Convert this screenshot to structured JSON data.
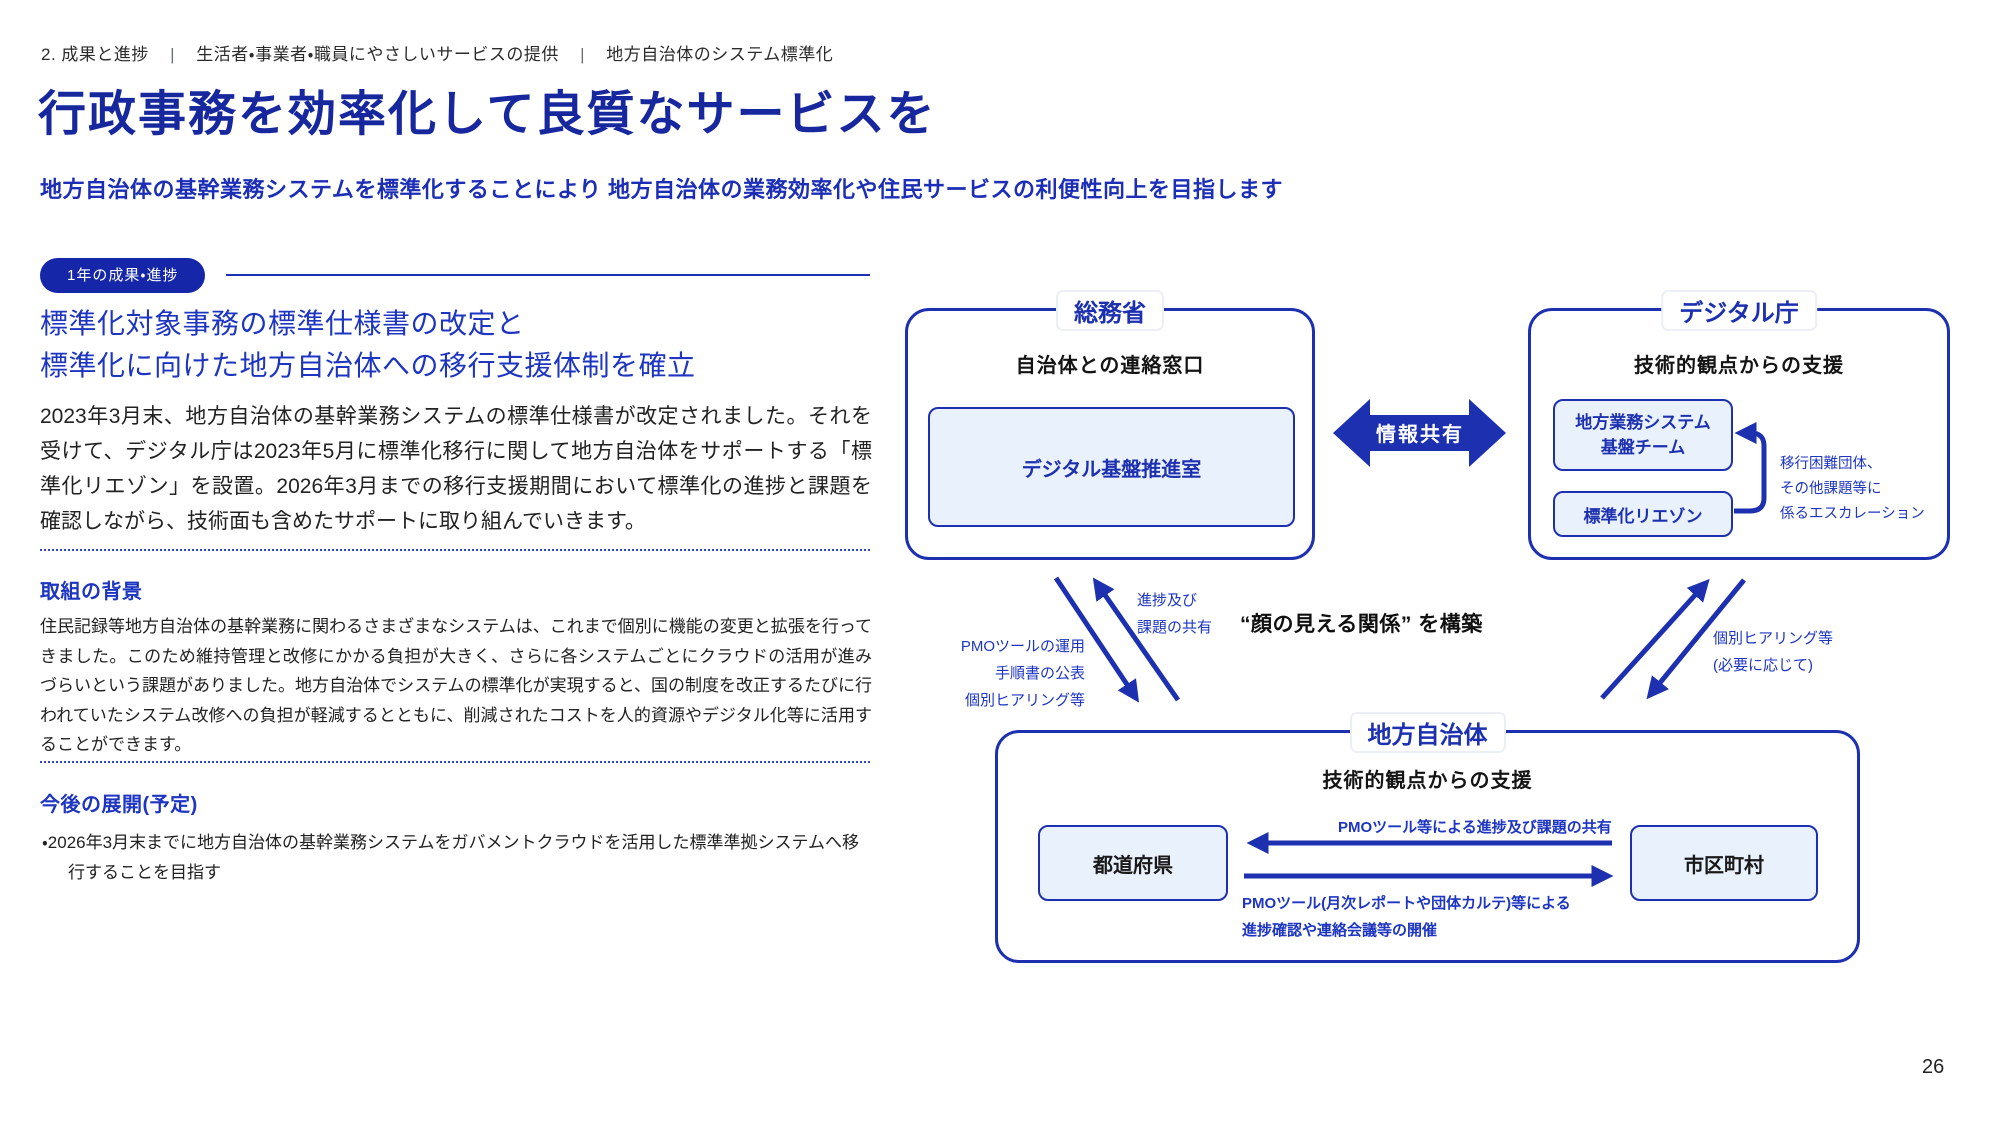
{
  "colors": {
    "primary_blue": "#1d31b0",
    "title_blue": "#17289e",
    "light_blue_fill": "#e9f1fc",
    "badge_blue": "#1527a8",
    "text_dark": "#1f1f1f"
  },
  "breadcrumb": {
    "separator": "|",
    "items": [
      "2. 成果と進捗",
      "生活者・事業者・職員にやさしいサービスの提供",
      "地方自治体のシステム標準化"
    ]
  },
  "header": {
    "title": "行政事務を効率化して良質なサービスを",
    "subtitle": "地方自治体の基幹業務システムを標準化することにより 地方自治体の業務効率化や住民サービスの利便性向上を目指します"
  },
  "left": {
    "badge": "1年の成果・進捗",
    "heading_line1": "標準化対象事務の標準仕様書の改定と",
    "heading_line2": "標準化に向けた地方自治体への移行支援体制を確立",
    "intro": "2023年3月末、地方自治体の基幹業務システムの標準仕様書が改定されました。それを受けて、デジタル庁は2023年5月に標準化移行に関して地方自治体をサポートする「標準化リエゾン」を設置。2026年3月までの移行支援期間において標準化の進捗と課題を確認しながら、技術面も含めたサポートに取り組んでいきます。",
    "background": {
      "title": "取組の背景",
      "body": "住民記録等地方自治体の基幹業務に関わるさまざまなシステムは、これまで個別に機能の変更と拡張を行ってきました。このため維持管理と改修にかかる負担が大きく、さらに各システムごとにクラウドの活用が進みづらいという課題がありました。地方自治体でシステムの標準化が実現すると、国の制度を改正するたびに行われていたシステム改修への負担が軽減するとともに、削減されたコストを人的資源やデジタル化等に活用することができます。"
    },
    "future": {
      "title": "今後の展開(予定)",
      "bullet_marker": "・",
      "bullet": "2026年3月末までに地方自治体の基幹業務システムをガバメントクラウドを活用した標準準拠システムへ移行することを目指す"
    }
  },
  "diagram": {
    "soumu": {
      "label": "総務省",
      "role": "自治体との連絡窓口",
      "box": "デジタル基盤推進室"
    },
    "info_share": "情報共有",
    "digital": {
      "label": "デジタル庁",
      "role": "技術的観点からの支援",
      "box1_line1": "地方業務システム",
      "box1_line2": "基盤チーム",
      "box2": "標準化リエゾン",
      "note_line1": "移行困難団体、",
      "note_line2": "その他課題等に",
      "note_line3": "係るエスカレーション"
    },
    "left_arrows": {
      "up_label_line1": "進捗及び",
      "up_label_line2": "課題の共有",
      "down_label_line1": "PMOツールの運用",
      "down_label_line2": "手順書の公表",
      "down_label_line3": "個別ヒアリング等"
    },
    "relationship": "“顔の見える関係” を構築",
    "right_arrows": {
      "label_line1": "個別ヒアリング等",
      "label_line2": "(必要に応じて)"
    },
    "lga": {
      "label": "地方自治体",
      "role": "技術的観点からの支援",
      "left_box": "都道府県",
      "right_box": "市区町村",
      "top_arrow_label": "PMOツール等による進捗及び課題の共有",
      "bottom_arrow_label_line1": "PMOツール(月次レポートや団体カルテ)等による",
      "bottom_arrow_label_line2": "進捗確認や連絡会議等の開催"
    }
  },
  "page": {
    "number": "26"
  }
}
